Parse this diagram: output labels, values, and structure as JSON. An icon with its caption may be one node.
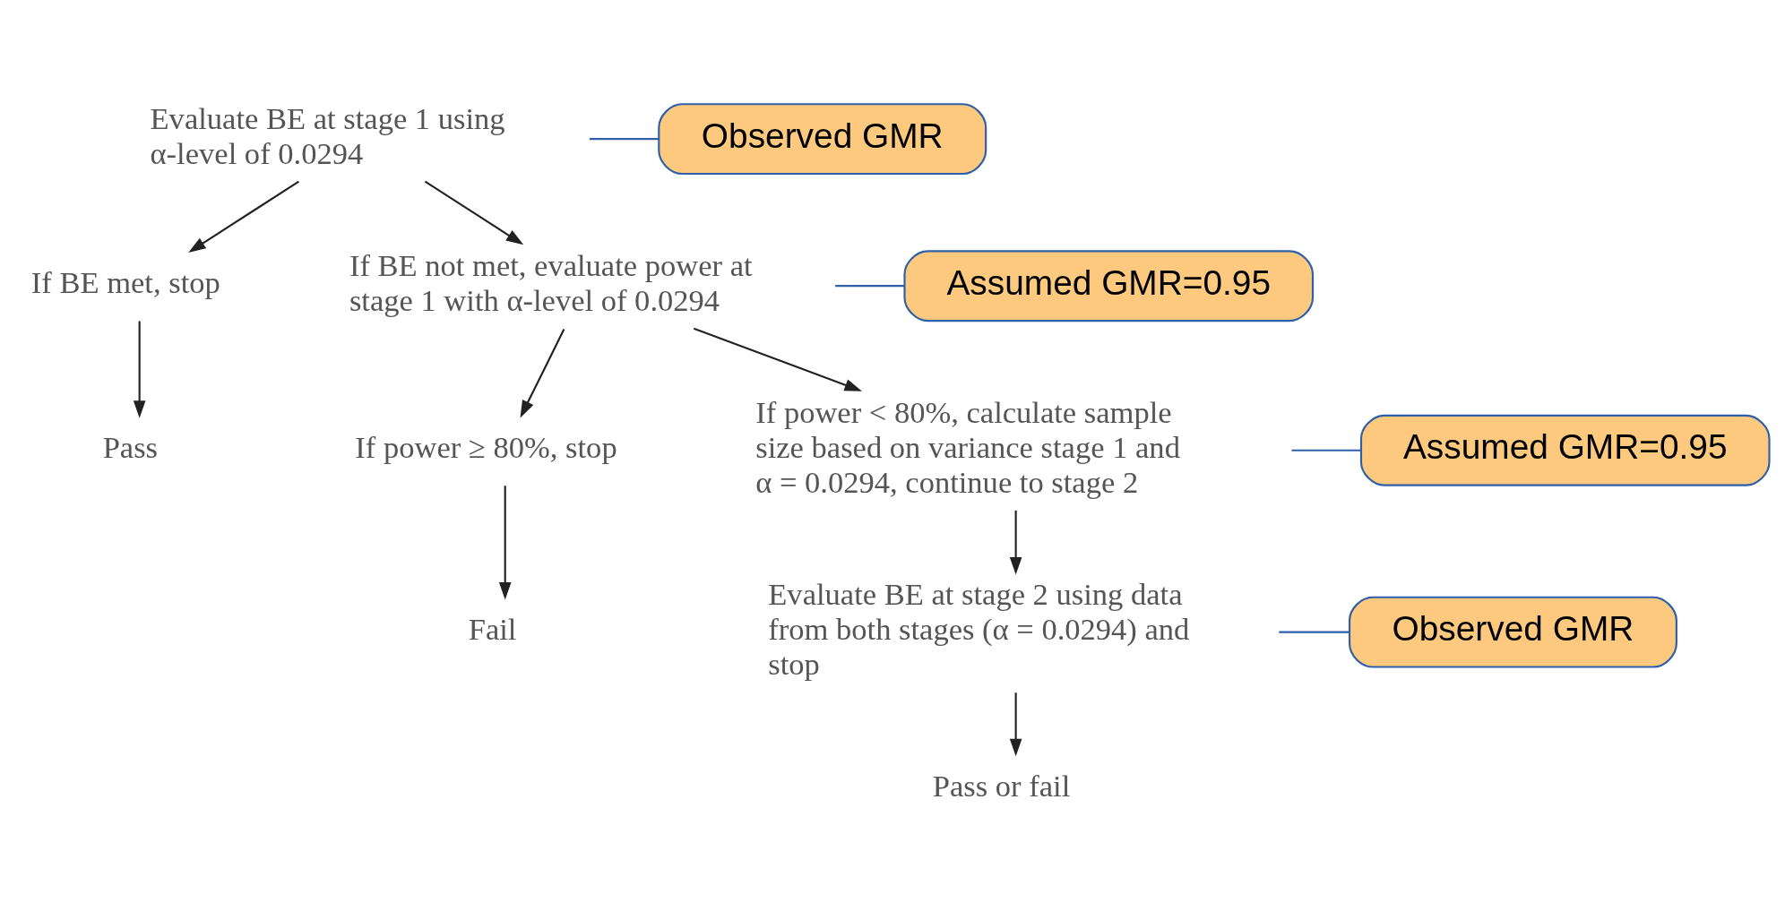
{
  "diagram": {
    "nodes": [
      {
        "text": [
          "Evaluate BE at stage 1 using α-level of 0.0294"
        ]
      },
      {
        "text": [
          "If BE met, stop"
        ]
      },
      {
        "text": [
          "If BE not met, evaluate power at stage 1 with α-level of 0.0294"
        ]
      },
      {
        "text": [
          "Pass"
        ]
      },
      {
        "text": [
          "If power ≥ 80%, stop"
        ]
      },
      {
        "text": [
          "If power < 80%, calculate sample size based on variance stage 1 and α = 0.0294, continue to stage 2"
        ]
      },
      {
        "text": [
          "Fail"
        ]
      },
      {
        "text": [
          "Evaluate BE at stage 2 using data from both stages (α = 0.0294) and stop"
        ]
      },
      {
        "text": [
          "Pass or fail"
        ]
      },
      {
        "text": [
          "Observed GMR"
        ]
      },
      {
        "text": [
          "Assumed GMR=0.95"
        ]
      },
      {
        "text": [
          "Assumed GMR=0.95"
        ]
      },
      {
        "text": [
          "Observed GMR"
        ]
      }
    ],
    "edges": [
      {
        "from": 0,
        "to": 1,
        "arrow": "to"
      },
      {
        "from": 0,
        "to": 2,
        "arrow": "to"
      },
      {
        "from": 1,
        "to": 3,
        "arrow": "to"
      },
      {
        "from": 2,
        "to": 4,
        "arrow": "to"
      },
      {
        "from": 2,
        "to": 5,
        "arrow": "to"
      },
      {
        "from": 4,
        "to": 6,
        "arrow": "to"
      },
      {
        "from": 5,
        "to": 7,
        "arrow": "to"
      },
      {
        "from": 7,
        "to": 8,
        "arrow": "to"
      },
      {
        "from": 9,
        "to": 0,
        "arrow": "none",
        "color": "#2f5fa8"
      },
      {
        "from": 10,
        "to": 2,
        "arrow": "none",
        "color": "#2f5fa8"
      },
      {
        "from": 11,
        "to": 5,
        "arrow": "none",
        "color": "#2f5fa8"
      },
      {
        "from": 12,
        "to": 7,
        "arrow": "none",
        "color": "#2f5fa8"
      }
    ]
  }
}
